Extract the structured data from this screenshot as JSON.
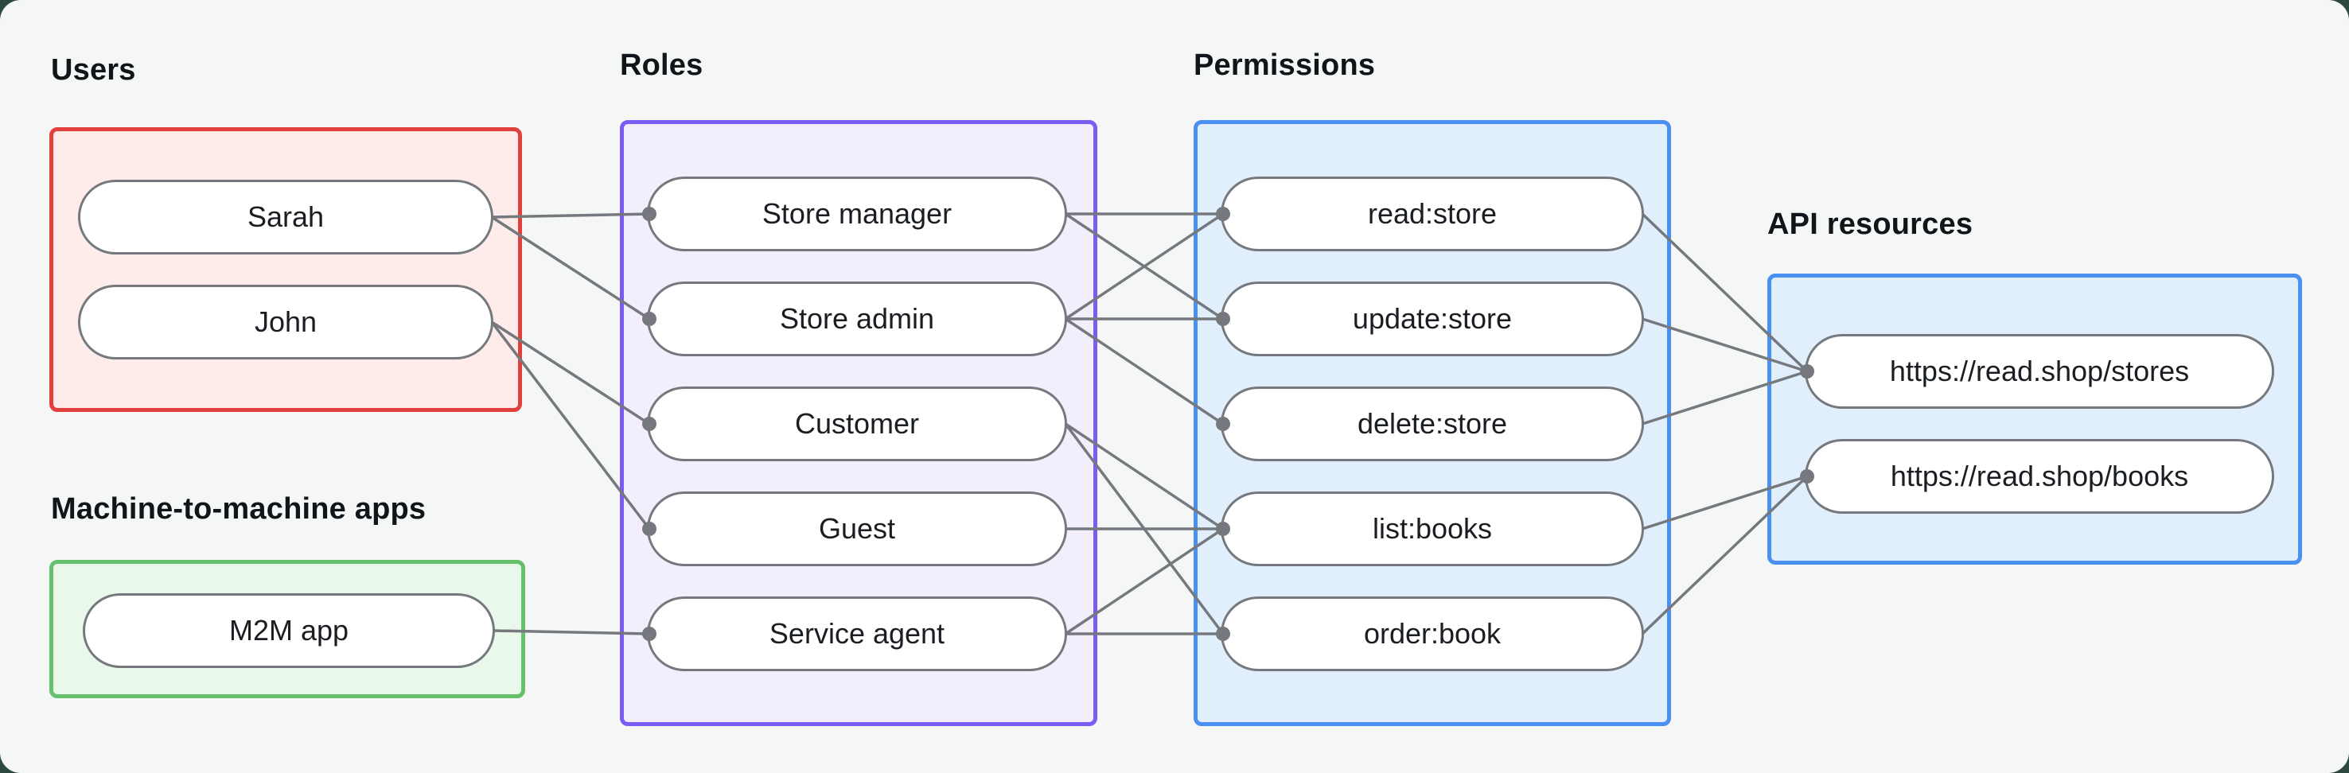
{
  "canvas": {
    "outer_bg": "#2c4b3e",
    "panel_bg": "#f5f7f6"
  },
  "styles": {
    "edge_color": "#75797e",
    "dot_color": "#75797e",
    "pill_border_color": "#75797e",
    "pill_bg": "#ffffff",
    "pill_text_color": "#1a1e22",
    "title_color": "#111418"
  },
  "groups": [
    {
      "id": "users",
      "title": "Users",
      "border_color": "#e2403c",
      "fill_color": "#fdecea",
      "nodes": [
        {
          "id": "sarah",
          "label": "Sarah"
        },
        {
          "id": "john",
          "label": "John"
        }
      ]
    },
    {
      "id": "m2m",
      "title": "Machine-to-machine apps",
      "border_color": "#67c16c",
      "fill_color": "#eaf7eb",
      "nodes": [
        {
          "id": "m2m-app",
          "label": "M2M app"
        }
      ]
    },
    {
      "id": "roles",
      "title": "Roles",
      "border_color": "#7a5cf5",
      "fill_color": "#f3eefc",
      "nodes": [
        {
          "id": "store-manager",
          "label": "Store manager"
        },
        {
          "id": "store-admin",
          "label": "Store admin"
        },
        {
          "id": "customer",
          "label": "Customer"
        },
        {
          "id": "guest",
          "label": "Guest"
        },
        {
          "id": "service-agent",
          "label": "Service agent"
        }
      ]
    },
    {
      "id": "permissions",
      "title": "Permissions",
      "border_color": "#4a90f2",
      "fill_color": "#e1eefc",
      "nodes": [
        {
          "id": "read-store",
          "label": "read:store"
        },
        {
          "id": "update-store",
          "label": "update:store"
        },
        {
          "id": "delete-store",
          "label": "delete:store"
        },
        {
          "id": "list-books",
          "label": "list:books"
        },
        {
          "id": "order-book",
          "label": "order:book"
        }
      ]
    },
    {
      "id": "api-resources",
      "title": "API resources",
      "border_color": "#4a90f2",
      "fill_color": "#e1eefc",
      "nodes": [
        {
          "id": "stores",
          "label": "https://read.shop/stores"
        },
        {
          "id": "books",
          "label": "https://read.shop/books"
        }
      ]
    }
  ],
  "edges": [
    {
      "from": "sarah",
      "to": "store-manager"
    },
    {
      "from": "sarah",
      "to": "store-admin"
    },
    {
      "from": "john",
      "to": "customer"
    },
    {
      "from": "john",
      "to": "guest"
    },
    {
      "from": "m2m-app",
      "to": "service-agent"
    },
    {
      "from": "store-manager",
      "to": "read-store"
    },
    {
      "from": "store-manager",
      "to": "update-store"
    },
    {
      "from": "store-admin",
      "to": "read-store"
    },
    {
      "from": "store-admin",
      "to": "update-store"
    },
    {
      "from": "store-admin",
      "to": "delete-store"
    },
    {
      "from": "customer",
      "to": "list-books"
    },
    {
      "from": "customer",
      "to": "order-book"
    },
    {
      "from": "guest",
      "to": "list-books"
    },
    {
      "from": "service-agent",
      "to": "list-books"
    },
    {
      "from": "service-agent",
      "to": "order-book"
    },
    {
      "from": "read-store",
      "to": "stores"
    },
    {
      "from": "update-store",
      "to": "stores"
    },
    {
      "from": "delete-store",
      "to": "stores"
    },
    {
      "from": "list-books",
      "to": "books"
    },
    {
      "from": "order-book",
      "to": "books"
    }
  ]
}
